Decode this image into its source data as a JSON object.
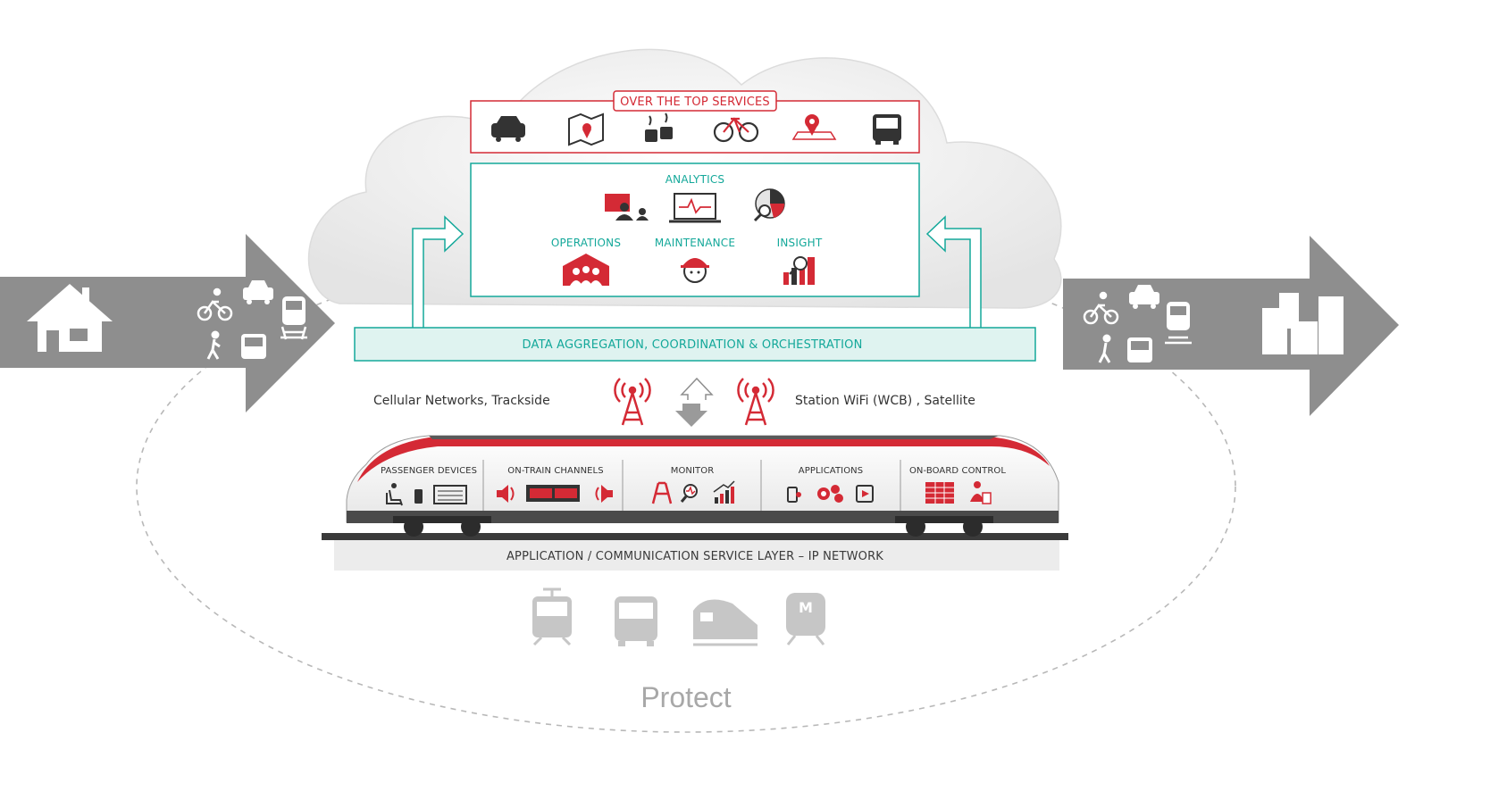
{
  "ott": {
    "title": "OVER THE TOP SERVICES",
    "icons": [
      "car-icon",
      "map-pin-icon",
      "coffee-icon",
      "bicycle-icon",
      "location-marker-icon",
      "bus-icon"
    ]
  },
  "analytics": {
    "title": "ANALYTICS",
    "operations": "OPERATIONS",
    "maintenance": "MAINTENANCE",
    "insight": "INSIGHT"
  },
  "aggregation": {
    "label": "DATA AGGREGATION, COORDINATION & ORCHESTRATION"
  },
  "network": {
    "left": "Cellular Networks, Trackside",
    "right": "Station WiFi (WCB) , Satellite"
  },
  "train": {
    "segments": [
      "PASSENGER DEVICES",
      "ON-TRAIN CHANNELS",
      "MONITOR",
      "APPLICATIONS",
      "ON-BOARD CONTROL"
    ]
  },
  "layer": {
    "label": "APPLICATION / COMMUNICATION SERVICE LAYER – IP NETWORK"
  },
  "protect": {
    "label": "Protect"
  },
  "colors": {
    "red": "#d42a35",
    "teal": "#14a89a",
    "gray_arrow": "#8e8e8e",
    "cloud": "#f2f2f2"
  }
}
